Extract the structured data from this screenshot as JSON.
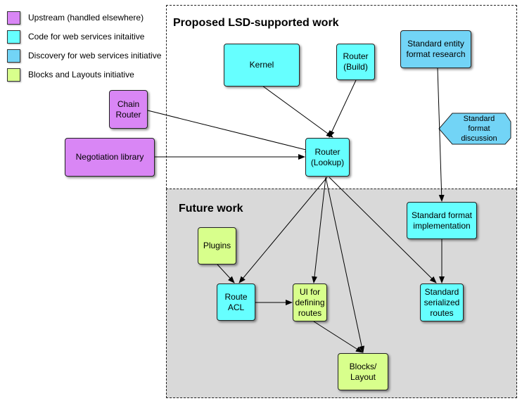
{
  "colors": {
    "upstream": "#d986f5",
    "code_ws": "#66ffff",
    "discovery_ws": "#72d4f6",
    "blocks_layouts": "#d8ff8c",
    "future_bg": "#d9d9d9"
  },
  "legend": [
    {
      "key": "upstream",
      "label": "Upstream (handled elsewhere)",
      "color": "#d986f5"
    },
    {
      "key": "code_ws",
      "label": "Code for web services initaitive",
      "color": "#66ffff"
    },
    {
      "key": "discovery_ws",
      "label": "Discovery for web services initiative",
      "color": "#72d4f6"
    },
    {
      "key": "blocks_layouts",
      "label": "Blocks and Layouts initiative",
      "color": "#d8ff8c"
    }
  ],
  "regions": {
    "proposed": {
      "title": "Proposed LSD-supported work"
    },
    "future": {
      "title": "Future work"
    }
  },
  "nodes": {
    "kernel": {
      "label": "Kernel",
      "category": "code_ws"
    },
    "router_build": {
      "label": "Router\n(Build)",
      "category": "code_ws"
    },
    "entity_research": {
      "label": "Standard entity\nformat research",
      "category": "discovery_ws"
    },
    "format_discussion": {
      "label": "Standard\nformat\ndiscussion",
      "category": "discovery_ws"
    },
    "chain_router": {
      "label": "Chain\nRouter",
      "category": "upstream"
    },
    "negotiation": {
      "label": "Negotiation library",
      "category": "upstream"
    },
    "router_lookup": {
      "label": "Router\n(Lookup)",
      "category": "code_ws"
    },
    "format_impl": {
      "label": "Standard format\nimplementation",
      "category": "code_ws"
    },
    "plugins": {
      "label": "Plugins",
      "category": "blocks_layouts"
    },
    "route_acl": {
      "label": "Route\nACL",
      "category": "code_ws"
    },
    "ui_routes": {
      "label": "UI for\ndefining\nroutes",
      "category": "blocks_layouts"
    },
    "serialized_routes": {
      "label": "Standard\nserialized\nroutes",
      "category": "code_ws"
    },
    "blocks_layout": {
      "label": "Blocks/\nLayout",
      "category": "blocks_layouts"
    }
  },
  "edges": [
    {
      "from": "kernel",
      "to": "router_lookup"
    },
    {
      "from": "router_build",
      "to": "router_lookup"
    },
    {
      "from": "chain_router",
      "to": "router_lookup"
    },
    {
      "from": "negotiation",
      "to": "router_lookup"
    },
    {
      "from": "entity_research",
      "to": "format_impl"
    },
    {
      "from": "router_lookup",
      "to": "route_acl"
    },
    {
      "from": "router_lookup",
      "to": "ui_routes"
    },
    {
      "from": "router_lookup",
      "to": "blocks_layout"
    },
    {
      "from": "router_lookup",
      "to": "serialized_routes"
    },
    {
      "from": "format_impl",
      "to": "serialized_routes"
    },
    {
      "from": "plugins",
      "to": "route_acl"
    },
    {
      "from": "route_acl",
      "to": "ui_routes"
    },
    {
      "from": "ui_routes",
      "to": "blocks_layout"
    }
  ]
}
